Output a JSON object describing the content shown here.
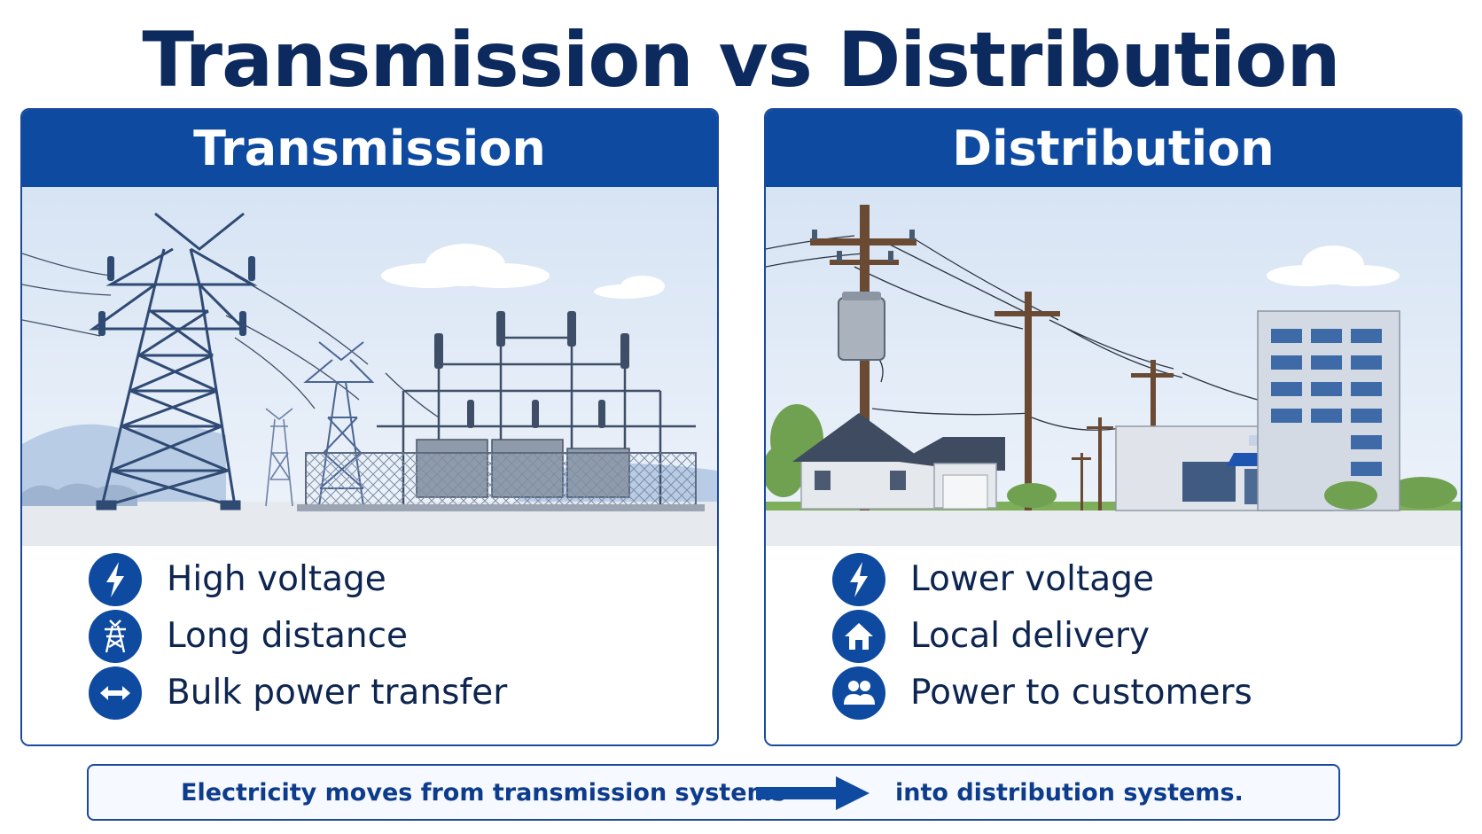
{
  "title": "Transmission vs Distribution",
  "colors": {
    "navy": "#0d2a5e",
    "header_blue": "#0e4aa0",
    "border_blue": "#1a4a9c",
    "sky": "#dfe9f6",
    "tower_steel": "#2f4a73",
    "pole_wood": "#6b4a34"
  },
  "panels": {
    "transmission": {
      "header": "Transmission",
      "features": [
        {
          "icon": "lightning-bolt-icon",
          "label": "High voltage"
        },
        {
          "icon": "transmission-tower-icon",
          "label": "Long distance"
        },
        {
          "icon": "double-arrow-icon",
          "label": "Bulk power transfer"
        }
      ]
    },
    "distribution": {
      "header": "Distribution",
      "features": [
        {
          "icon": "lightning-bolt-icon",
          "label": "Lower voltage"
        },
        {
          "icon": "house-icon",
          "label": "Local delivery"
        },
        {
          "icon": "people-icon",
          "label": "Power to customers"
        }
      ]
    }
  },
  "footer": {
    "left_text": "Electricity moves from transmission systems",
    "arrow_icon": "right-arrow-icon",
    "right_text": "into distribution systems."
  }
}
